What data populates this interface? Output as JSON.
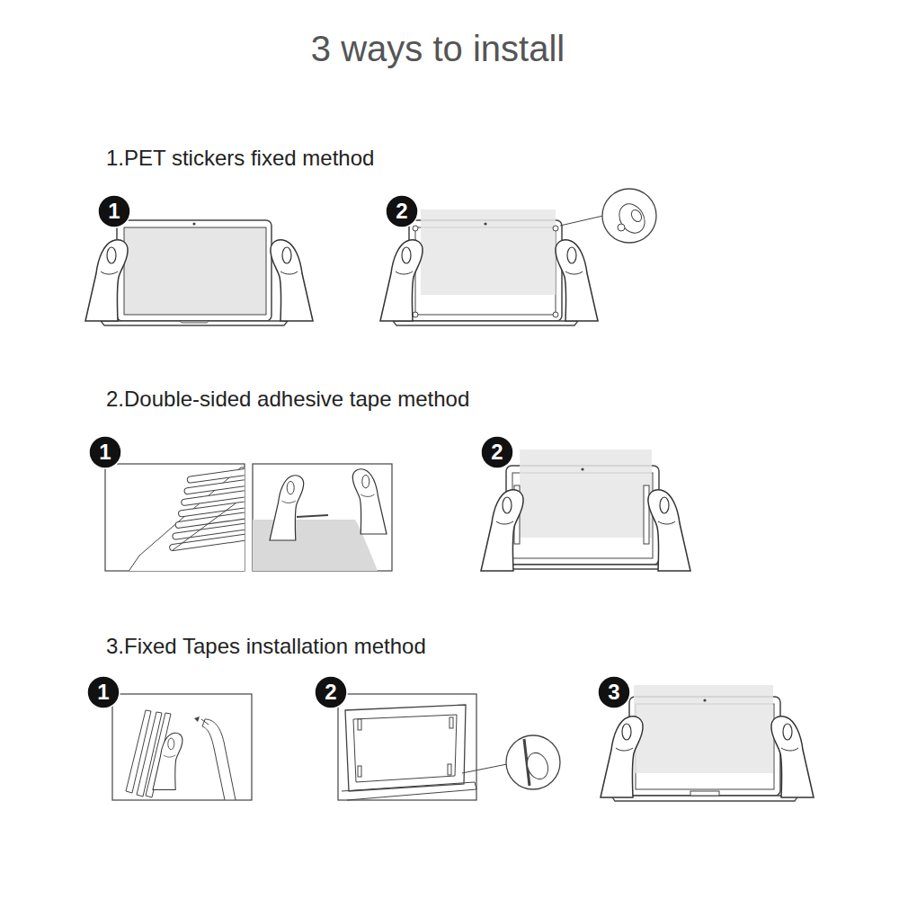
{
  "diagram": {
    "title": "3 ways to install",
    "nodes": [
      {
        "text": [
          "1"
        ]
      },
      {
        "text": [
          "2"
        ]
      },
      {
        "text": [
          "1"
        ]
      },
      {
        "text": [
          "2"
        ]
      },
      {
        "text": [
          "1"
        ]
      },
      {
        "text": [
          "2"
        ]
      },
      {
        "text": [
          "3"
        ]
      }
    ],
    "labels": [
      "1.PET stickers fixed method",
      "2.Double-sided adhesive tape method",
      "3.Fixed Tapes installation method"
    ]
  }
}
